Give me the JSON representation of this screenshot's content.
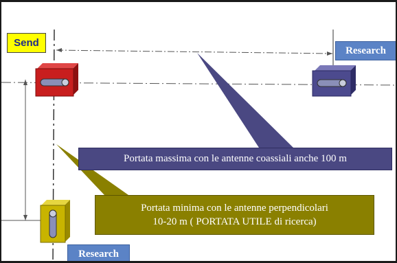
{
  "diagram": {
    "nodes": {
      "send": {
        "label": "Send"
      },
      "research_top": {
        "label": "Research"
      },
      "research_bottom": {
        "label": "Research"
      }
    },
    "callouts": {
      "max_range": "Portata massima con le antenne coassiali anche 100 m",
      "min_range_line1": "Portata minima con le antenne perpendicolari",
      "min_range_line2": "10-20 m ( PORTATA UTILE di ricerca)"
    },
    "colors": {
      "send_label_bg": "#ffff00",
      "send_label_text": "#1f2a8a",
      "research_label_bg": "#5b83c6",
      "max_callout_bg": "#4a4882",
      "min_callout_bg": "#8a8000",
      "send_device": "#c81e1e",
      "research_top_device": "#4c4a8e",
      "research_bottom_device": "#c8b400"
    }
  }
}
